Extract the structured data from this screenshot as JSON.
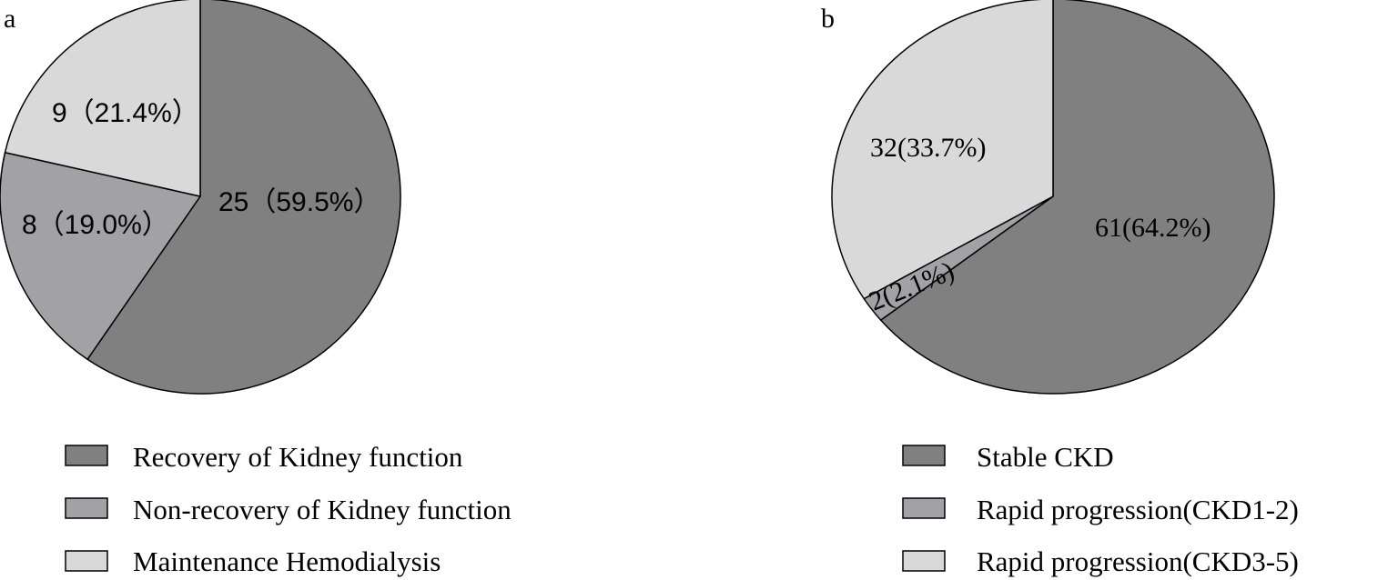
{
  "chart_data": [
    {
      "type": "pie",
      "panel_label": "a",
      "slices": [
        {
          "name": "Recovery of Kidney function",
          "count": 25,
          "percent": 59.5,
          "label": "25（59.5%）",
          "color": "#808080"
        },
        {
          "name": "Non-recovery of Kidney function",
          "count": 8,
          "percent": 19.0,
          "label": "8（19.0%）",
          "color": "#a2a1a6"
        },
        {
          "name": "Maintenance Hemodialysis",
          "count": 9,
          "percent": 21.4,
          "label": "9（21.4%）",
          "color": "#d9d9d9"
        }
      ],
      "legend_position": "bottom"
    },
    {
      "type": "pie",
      "panel_label": "b",
      "slices": [
        {
          "name": "Stable CKD",
          "count": 61,
          "percent": 64.2,
          "label": "61(64.2%)",
          "color": "#808080"
        },
        {
          "name": "Rapid progression(CKD1-2)",
          "count": 2,
          "percent": 2.1,
          "label": "2(2.1%)",
          "color": "#a2a1a6"
        },
        {
          "name": "Rapid progression(CKD3-5)",
          "count": 32,
          "percent": 33.7,
          "label": "32(33.7%)",
          "color": "#d9d9d9"
        }
      ],
      "legend_position": "bottom"
    }
  ]
}
